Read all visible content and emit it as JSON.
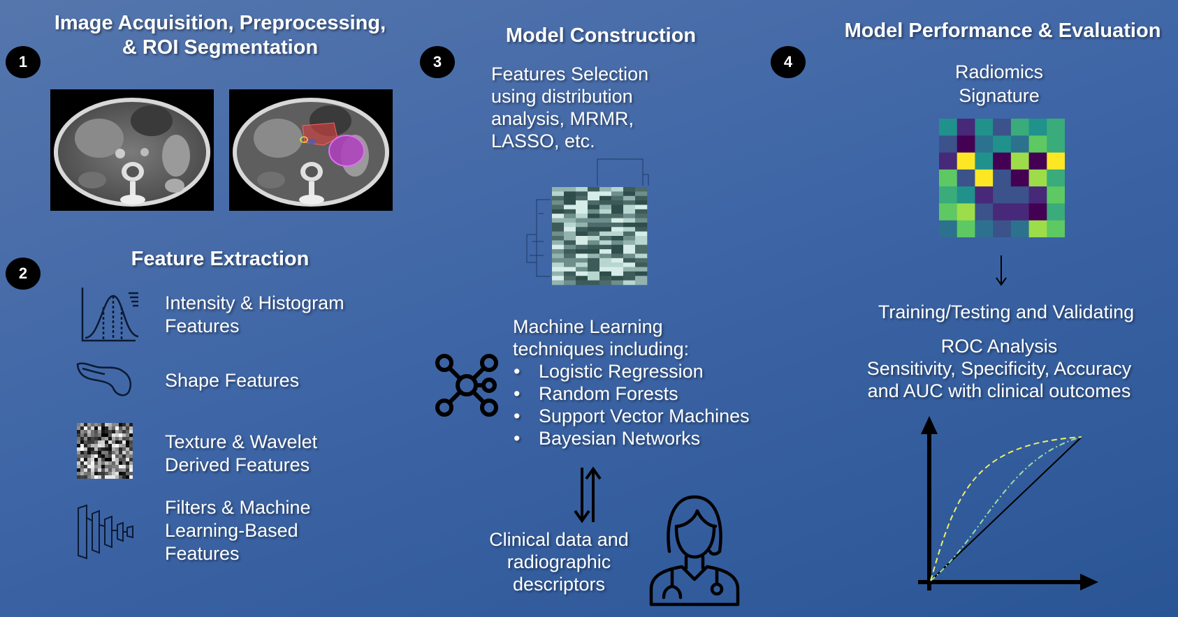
{
  "sections": {
    "s1": {
      "number": "1",
      "title_line1": "Image Acquisition, Preprocessing,",
      "title_line2": "& ROI Segmentation"
    },
    "s2": {
      "number": "2",
      "title": "Feature Extraction",
      "items": [
        {
          "icon": "histogram-curve-icon",
          "line1": "Intensity & Histogram",
          "line2": "Features",
          "line3": ""
        },
        {
          "icon": "pancreas-outline-icon",
          "line1": "Shape Features",
          "line2": "",
          "line3": ""
        },
        {
          "icon": "texture-noise-icon",
          "line1": "Texture & Wavelet",
          "line2": "Derived Features",
          "line3": ""
        },
        {
          "icon": "filter-layers-icon",
          "line1": "Filters & Machine",
          "line2": "Learning-Based",
          "line3": "Features"
        }
      ]
    },
    "s3": {
      "number": "3",
      "title": "Model Construction",
      "feature_selection": [
        "Features Selection",
        "using distribution",
        "analysis, MRMR,",
        "LASSO, etc."
      ],
      "ml_intro": [
        "Machine Learning",
        "techniques including:"
      ],
      "ml_techniques": [
        "Logistic Regression",
        "Random Forests",
        "Support Vector Machines",
        "Bayesian Networks"
      ],
      "clinical": [
        "Clinical data and",
        "radiographic",
        "descriptors"
      ]
    },
    "s4": {
      "number": "4",
      "title": "Model Performance & Evaluation",
      "signature": [
        "Radiomics",
        "Signature"
      ],
      "training": "Training/Testing and Validating",
      "roc": [
        "ROC Analysis",
        "Sensitivity, Specificity, Accuracy",
        "and AUC with clinical outcomes"
      ]
    }
  },
  "colors": {
    "viridis": [
      "#440154",
      "#3b528b",
      "#21918c",
      "#3aab7a",
      "#5ec962",
      "#9ddd4a",
      "#fde725",
      "#2c728e",
      "#482878"
    ]
  },
  "icons": [
    "network-icon",
    "doctor-icon",
    "bidirectional-arrows-icon",
    "down-arrow-icon",
    "roc-curve-icon",
    "dendrogram-heatmap-icon",
    "ct-scan-image",
    "ct-segmented-image"
  ]
}
